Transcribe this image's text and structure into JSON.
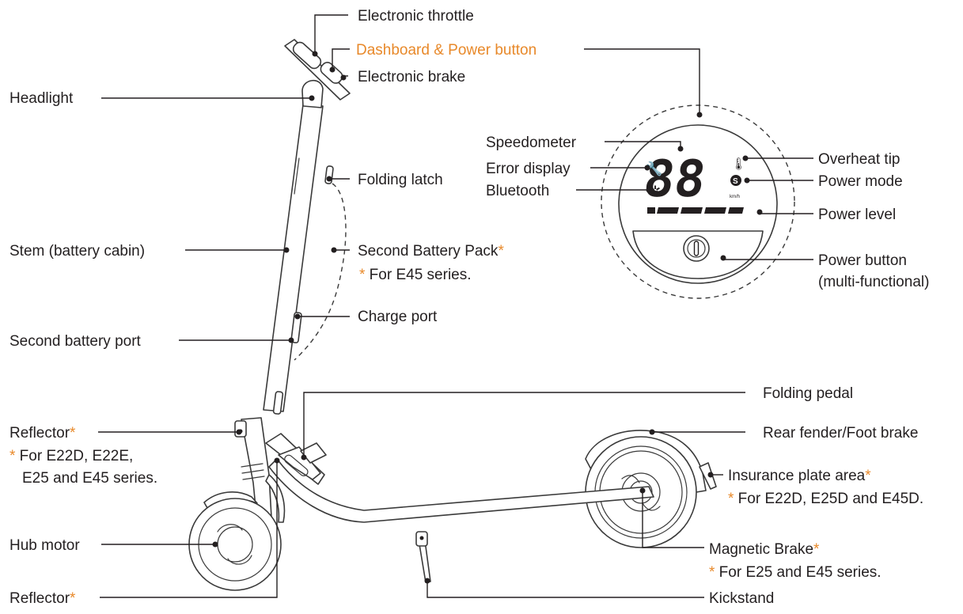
{
  "labels": {
    "electronic_throttle": "Electronic throttle",
    "dashboard_power": "Dashboard & Power button",
    "electronic_brake": "Electronic brake",
    "headlight": "Headlight",
    "folding_latch": "Folding latch",
    "stem": "Stem (battery cabin)",
    "second_battery_pack": "Second Battery Pack",
    "second_battery_pack_note": " For E45 series.",
    "charge_port": "Charge port",
    "second_battery_port": "Second battery port",
    "reflector_front": "Reflector",
    "reflector_front_note1": " For E22D, E22E,",
    "reflector_front_note2": "E25 and E45 series.",
    "hub_motor": "Hub motor",
    "reflector_bottom": "Reflector",
    "folding_pedal": "Folding pedal",
    "rear_fender": "Rear fender/Foot brake",
    "insurance_plate": "Insurance plate area",
    "insurance_plate_note": " For E22D, E25D and E45D.",
    "magnetic_brake": "Magnetic Brake",
    "magnetic_brake_note": " For E25 and E45 series.",
    "kickstand": "Kickstand",
    "speedometer": "Speedometer",
    "error_display": "Error display",
    "bluetooth": "Bluetooth",
    "overheat_tip": "Overheat tip",
    "power_mode": "Power mode",
    "power_level": "Power level",
    "power_button_1": "Power button",
    "power_button_2": "(multi-functional)"
  },
  "asterisk": "*",
  "dashboard": {
    "speed_digits": "88",
    "speed_unit": "km/h",
    "mode_letter": "S"
  },
  "colors": {
    "highlight": "#e8892a",
    "ink": "#231f20"
  }
}
